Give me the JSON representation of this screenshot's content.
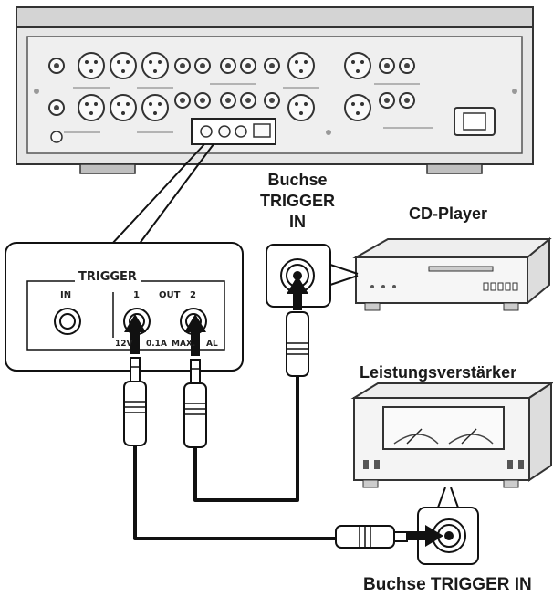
{
  "labels": {
    "trigger_in_socket_line1": "Buchse",
    "trigger_in_socket_line2": "TRIGGER",
    "trigger_in_socket_line3": "IN",
    "cd_player": "CD-Player",
    "power_amplifier": "Leistungsverstärker",
    "bottom_socket": "Buchse TRIGGER IN"
  },
  "panel": {
    "title": "TRIGGER",
    "in_label": "IN",
    "out_label": "OUT",
    "out1": "1",
    "out2": "2",
    "spec_left": "12V",
    "spec_left2": "0.1A",
    "spec_right": "MAX.",
    "spec_right2": "AL"
  }
}
